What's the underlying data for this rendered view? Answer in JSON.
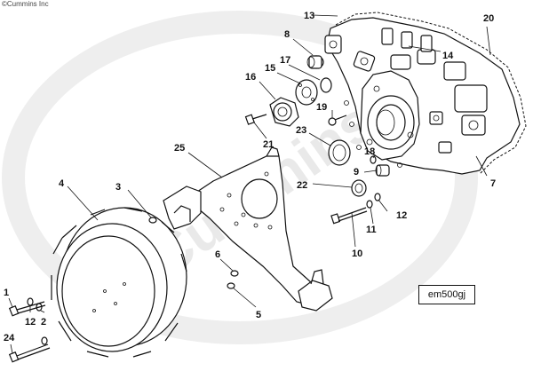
{
  "copyright": "©Cummins Inc",
  "watermark": "Cummins",
  "figure_id": "em500gj",
  "callouts": [
    {
      "id": "c1",
      "text": "1"
    },
    {
      "id": "c2",
      "text": "2"
    },
    {
      "id": "c3",
      "text": "3"
    },
    {
      "id": "c4",
      "text": "4"
    },
    {
      "id": "c5",
      "text": "5"
    },
    {
      "id": "c6",
      "text": "6"
    },
    {
      "id": "c7",
      "text": "7"
    },
    {
      "id": "c8",
      "text": "8"
    },
    {
      "id": "c9",
      "text": "9"
    },
    {
      "id": "c10",
      "text": "10"
    },
    {
      "id": "c11",
      "text": "11"
    },
    {
      "id": "c12a",
      "text": "12"
    },
    {
      "id": "c12b",
      "text": "12"
    },
    {
      "id": "c13",
      "text": "13"
    },
    {
      "id": "c14",
      "text": "14"
    },
    {
      "id": "c15",
      "text": "15"
    },
    {
      "id": "c16",
      "text": "16"
    },
    {
      "id": "c17",
      "text": "17"
    },
    {
      "id": "c18",
      "text": "18"
    },
    {
      "id": "c19",
      "text": "19"
    },
    {
      "id": "c20",
      "text": "20"
    },
    {
      "id": "c21",
      "text": "21"
    },
    {
      "id": "c22",
      "text": "22"
    },
    {
      "id": "c23",
      "text": "23"
    },
    {
      "id": "c24",
      "text": "24"
    },
    {
      "id": "c25",
      "text": "25"
    }
  ]
}
